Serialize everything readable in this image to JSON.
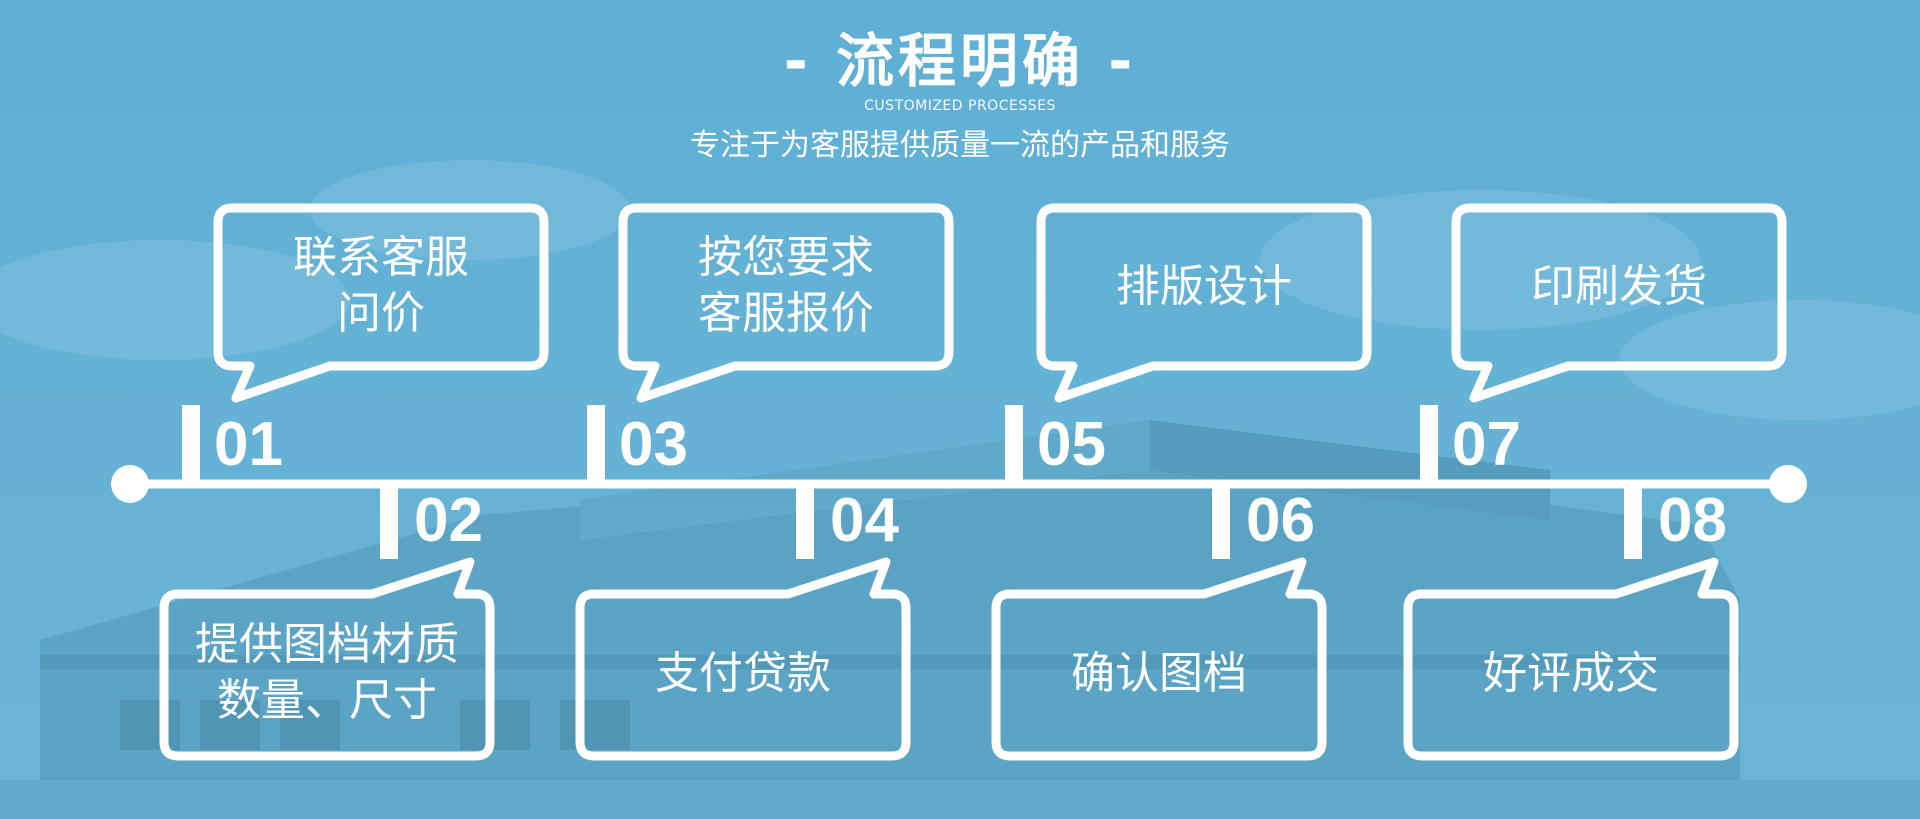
{
  "header": {
    "title": "- 流程明确 -",
    "subtitle_en": "CUSTOMIZED PROCESSES",
    "subtitle": "专注于为客服提供质量一流的产品和服务"
  },
  "colors": {
    "background": "#62b0d4",
    "foreground": "#ffffff"
  },
  "steps": [
    {
      "num": "01",
      "text": "联系客服\n问价"
    },
    {
      "num": "02",
      "text": "提供图档材质\n数量、尺寸"
    },
    {
      "num": "03",
      "text": "按您要求\n客服报价"
    },
    {
      "num": "04",
      "text": "支付贷款"
    },
    {
      "num": "05",
      "text": "排版设计"
    },
    {
      "num": "06",
      "text": "确认图档"
    },
    {
      "num": "07",
      "text": "印刷发货"
    },
    {
      "num": "08",
      "text": "好评成交"
    }
  ]
}
